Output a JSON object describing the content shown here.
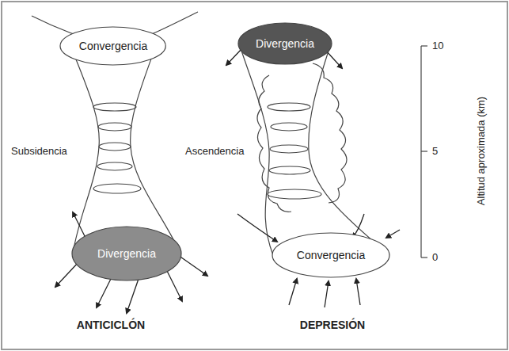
{
  "diagram": {
    "nodes": [
      {
        "text": [
          "Convergencia"
        ]
      },
      {
        "text": [
          "Divergencia"
        ]
      },
      {
        "text": [
          "Divergencia"
        ]
      },
      {
        "text": [
          "Convergencia"
        ]
      }
    ],
    "labels": [
      "Subsidencia",
      "Ascendencia",
      "10",
      "5",
      "0",
      "Altitud aproximada (km)",
      "ANTICICLÓN",
      "DEPRESIÓN"
    ]
  }
}
